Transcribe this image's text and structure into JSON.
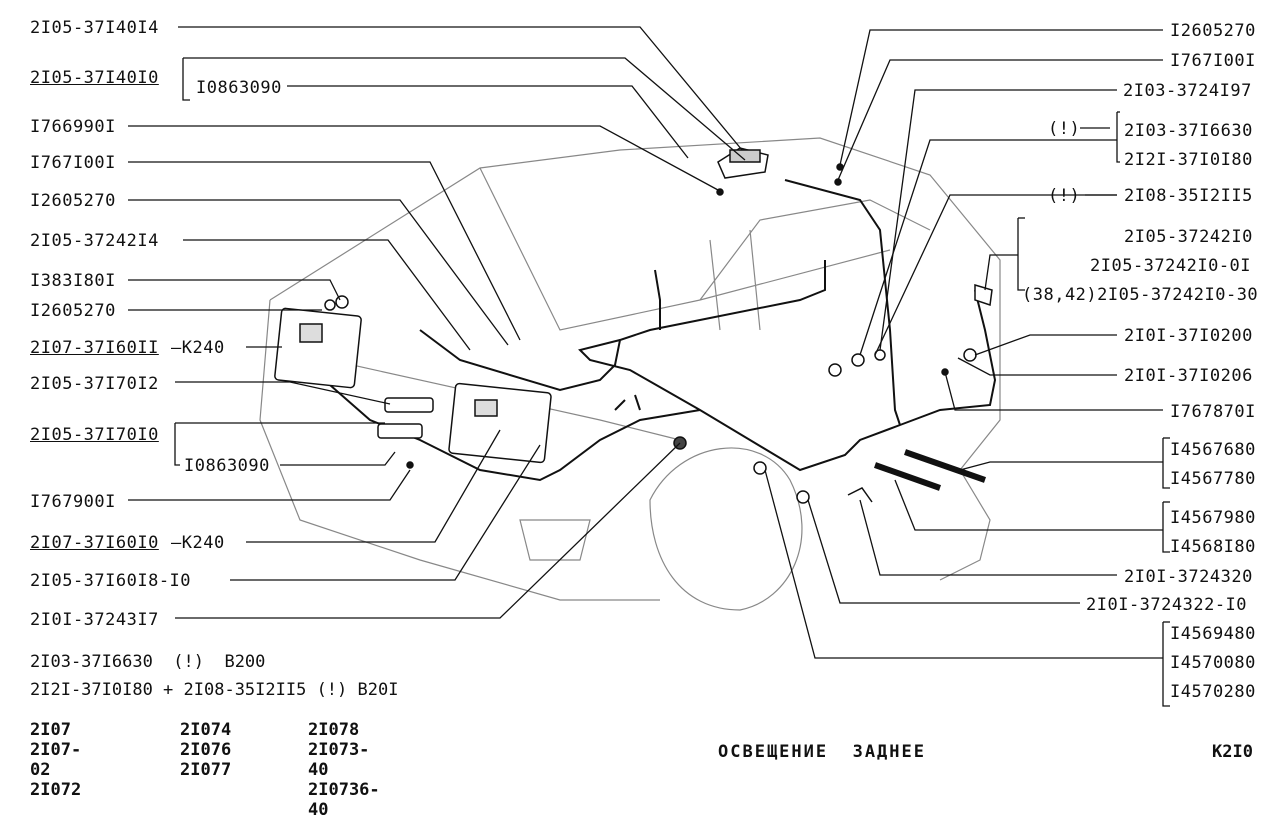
{
  "labels_left": [
    {
      "text": "2I05-37I40I4"
    },
    {
      "text": "2I05-37I40I0"
    },
    {
      "text": "I0863090"
    },
    {
      "text": "I766990I"
    },
    {
      "text": "I767I00I"
    },
    {
      "text": "I2605270"
    },
    {
      "text": "2I05-37242I4"
    },
    {
      "text": "I383I80I"
    },
    {
      "text": "I2605270"
    },
    {
      "text": "2I07-37I60II"
    },
    {
      "text": "K240"
    },
    {
      "text": "2I05-37I70I2"
    },
    {
      "text": "2I05-37I70I0"
    },
    {
      "text": "I0863090"
    },
    {
      "text": "I767900I"
    },
    {
      "text": "2I07-37I60I0"
    },
    {
      "text": "K240"
    },
    {
      "text": "2I05-37I60I8-I0"
    },
    {
      "text": "2I0I-37243I7"
    }
  ],
  "labels_right": [
    {
      "text": "I2605270"
    },
    {
      "text": "I767I00I"
    },
    {
      "text": "2I03-3724I97"
    },
    {
      "text": "(!)"
    },
    {
      "text": "2I03-37I6630"
    },
    {
      "text": "2I2I-37I0I80"
    },
    {
      "text": "(!)"
    },
    {
      "text": "2I08-35I2II5"
    },
    {
      "text": "2I05-37242I0"
    },
    {
      "text": "2I05-37242I0-0I"
    },
    {
      "text": "(38,42)2I05-37242I0-30"
    },
    {
      "text": "2I0I-37I0200"
    },
    {
      "text": "2I0I-37I0206"
    },
    {
      "text": "I767870I"
    },
    {
      "text": "I4567680"
    },
    {
      "text": "I4567780"
    },
    {
      "text": "I4567980"
    },
    {
      "text": "I4568I80"
    },
    {
      "text": "2I0I-3724320"
    },
    {
      "text": "2I0I-3724322-I0"
    },
    {
      "text": "I4569480"
    },
    {
      "text": "I4570080"
    },
    {
      "text": "I4570280"
    }
  ],
  "legend": [
    "2I03-37I6630  (!)  B200",
    "2I2I-37I0I80 + 2I08-35I2II5 (!) B20I"
  ],
  "models": [
    [
      "2I07",
      "2I07-02",
      "2I072"
    ],
    [
      "2I074",
      "2I076",
      "2I077"
    ],
    [
      "2I078",
      "2I073-40",
      "2I0736-40"
    ]
  ],
  "footer": {
    "title": "ОСВЕЩЕНИЕ  ЗАДНЕЕ",
    "code": "K2I0"
  },
  "colors": {
    "line": "#111111",
    "car": "#777777"
  }
}
